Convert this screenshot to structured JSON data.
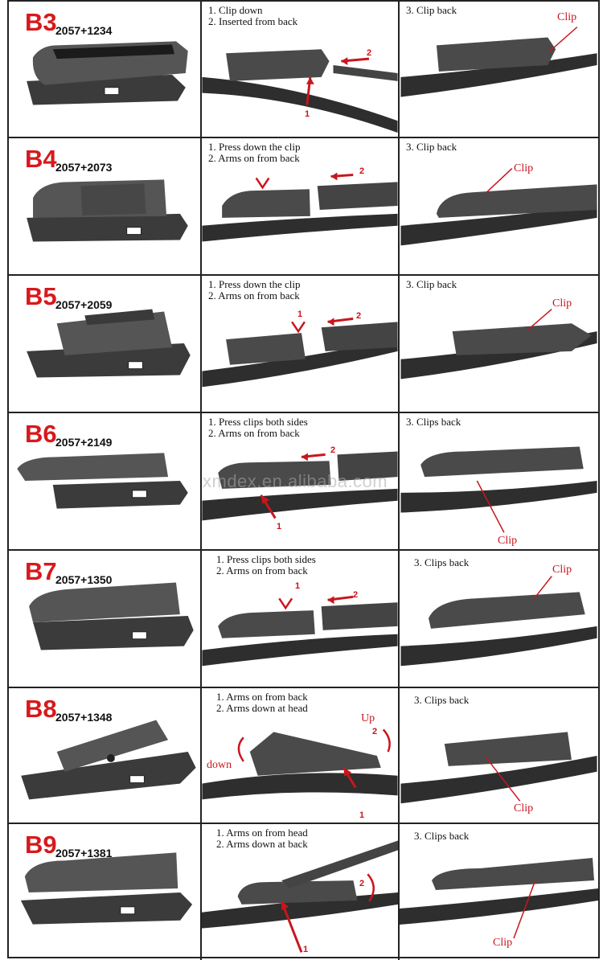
{
  "watermark": "xmdex.en.alibaba.com",
  "rows": [
    {
      "code": "B3",
      "part": "2057+1234",
      "steps": [
        "1. Clip down",
        "2. Inserted from back"
      ],
      "final": "3. Clip back",
      "labels": {
        "clip": "Clip",
        "n1": "1",
        "n2": "2"
      }
    },
    {
      "code": "B4",
      "part": "2057+2073",
      "steps": [
        "1. Press down the clip",
        "2. Arms on from back"
      ],
      "final": "3. Clip back",
      "labels": {
        "clip": "Clip",
        "n2": "2"
      }
    },
    {
      "code": "B5",
      "part": "2057+2059",
      "steps": [
        "1. Press down the clip",
        "2. Arms on from back"
      ],
      "final": "3. Clip back",
      "labels": {
        "clip": "Clip",
        "n1": "1",
        "n2": "2"
      }
    },
    {
      "code": "B6",
      "part": "2057+2149",
      "steps": [
        "1. Press clips both sides",
        "2. Arms on from back"
      ],
      "final": "3. Clips back",
      "labels": {
        "clip": "Clip",
        "n1": "1",
        "n2": "2"
      }
    },
    {
      "code": "B7",
      "part": "2057+1350",
      "steps": [
        "1. Press clips both sides",
        "2. Arms on from back"
      ],
      "final": "3. Clips back",
      "labels": {
        "clip": "Clip",
        "n1": "1",
        "n2": "2"
      }
    },
    {
      "code": "B8",
      "part": "2057+1348",
      "steps": [
        "1. Arms on from back",
        "2. Arms down at head"
      ],
      "final": "3. Clips back",
      "labels": {
        "clip": "Clip",
        "n1": "1",
        "n2": "2",
        "up": "Up",
        "down": "down"
      }
    },
    {
      "code": "B9",
      "part": "2057+1381",
      "steps": [
        "1. Arms on from head",
        "2. Arms down at back"
      ],
      "final": "3. Clips back",
      "labels": {
        "clip": "Clip",
        "n1": "1",
        "n2": "2"
      }
    }
  ]
}
